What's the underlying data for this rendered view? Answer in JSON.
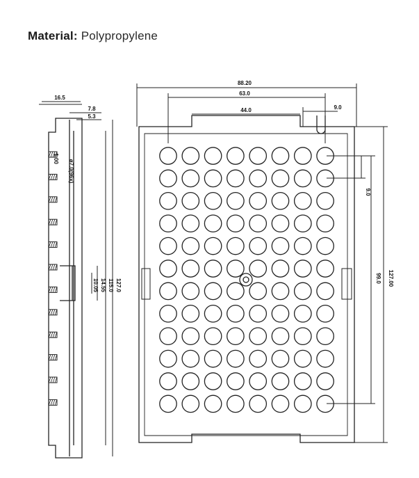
{
  "header": {
    "material_label": "Material:",
    "material_value": "Polypropylene"
  },
  "plate": {
    "rows": 12,
    "cols": 8
  },
  "dimensions": {
    "top_width": "88.20",
    "row_span": "63.0",
    "inner_span": "44.0",
    "col_pitch": "9.0",
    "row_pitch": "9.0",
    "col_span": "99.0",
    "overall_length": "127.00",
    "side_width": "16.5",
    "side_7_8": "7.8",
    "side_5_3": "5.3",
    "side_1_00": "1.00",
    "side_hole": "ø7.0(96x)",
    "side_127": "127.0",
    "side_115": "115.0",
    "side_14_55": "14.55",
    "side_10_05": "10.05"
  }
}
